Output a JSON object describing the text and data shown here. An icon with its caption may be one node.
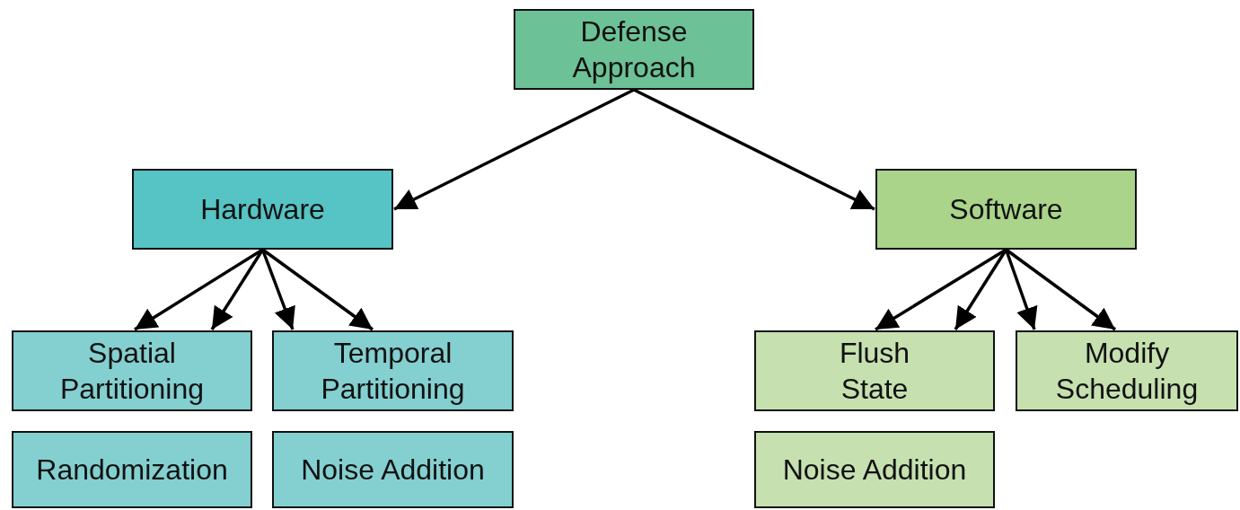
{
  "diagram": {
    "nodes": [
      {
        "text": [
          "Defense Approach"
        ]
      },
      {
        "text": [
          "Hardware"
        ]
      },
      {
        "text": [
          "Software"
        ]
      },
      {
        "text": [
          "Spatial Partitioning"
        ]
      },
      {
        "text": [
          "Temporal Partitioning"
        ]
      },
      {
        "text": [
          "Randomization"
        ]
      },
      {
        "text": [
          "Noise Addition"
        ]
      },
      {
        "text": [
          "Flush State"
        ]
      },
      {
        "text": [
          "Modify Scheduling"
        ]
      },
      {
        "text": [
          "Noise Addition"
        ]
      }
    ],
    "edges": [
      {
        "from": 0,
        "to": 1,
        "arrow": "to"
      },
      {
        "from": 0,
        "to": 2,
        "arrow": "to"
      },
      {
        "from": 1,
        "to": 3,
        "arrow": "to"
      },
      {
        "from": 1,
        "to": 3,
        "arrow": "to"
      },
      {
        "from": 1,
        "to": 4,
        "arrow": "to"
      },
      {
        "from": 1,
        "to": 4,
        "arrow": "to"
      },
      {
        "from": 2,
        "to": 7,
        "arrow": "to"
      },
      {
        "from": 2,
        "to": 7,
        "arrow": "to"
      },
      {
        "from": 2,
        "to": 8,
        "arrow": "to"
      },
      {
        "from": 2,
        "to": 8,
        "arrow": "to"
      }
    ]
  }
}
